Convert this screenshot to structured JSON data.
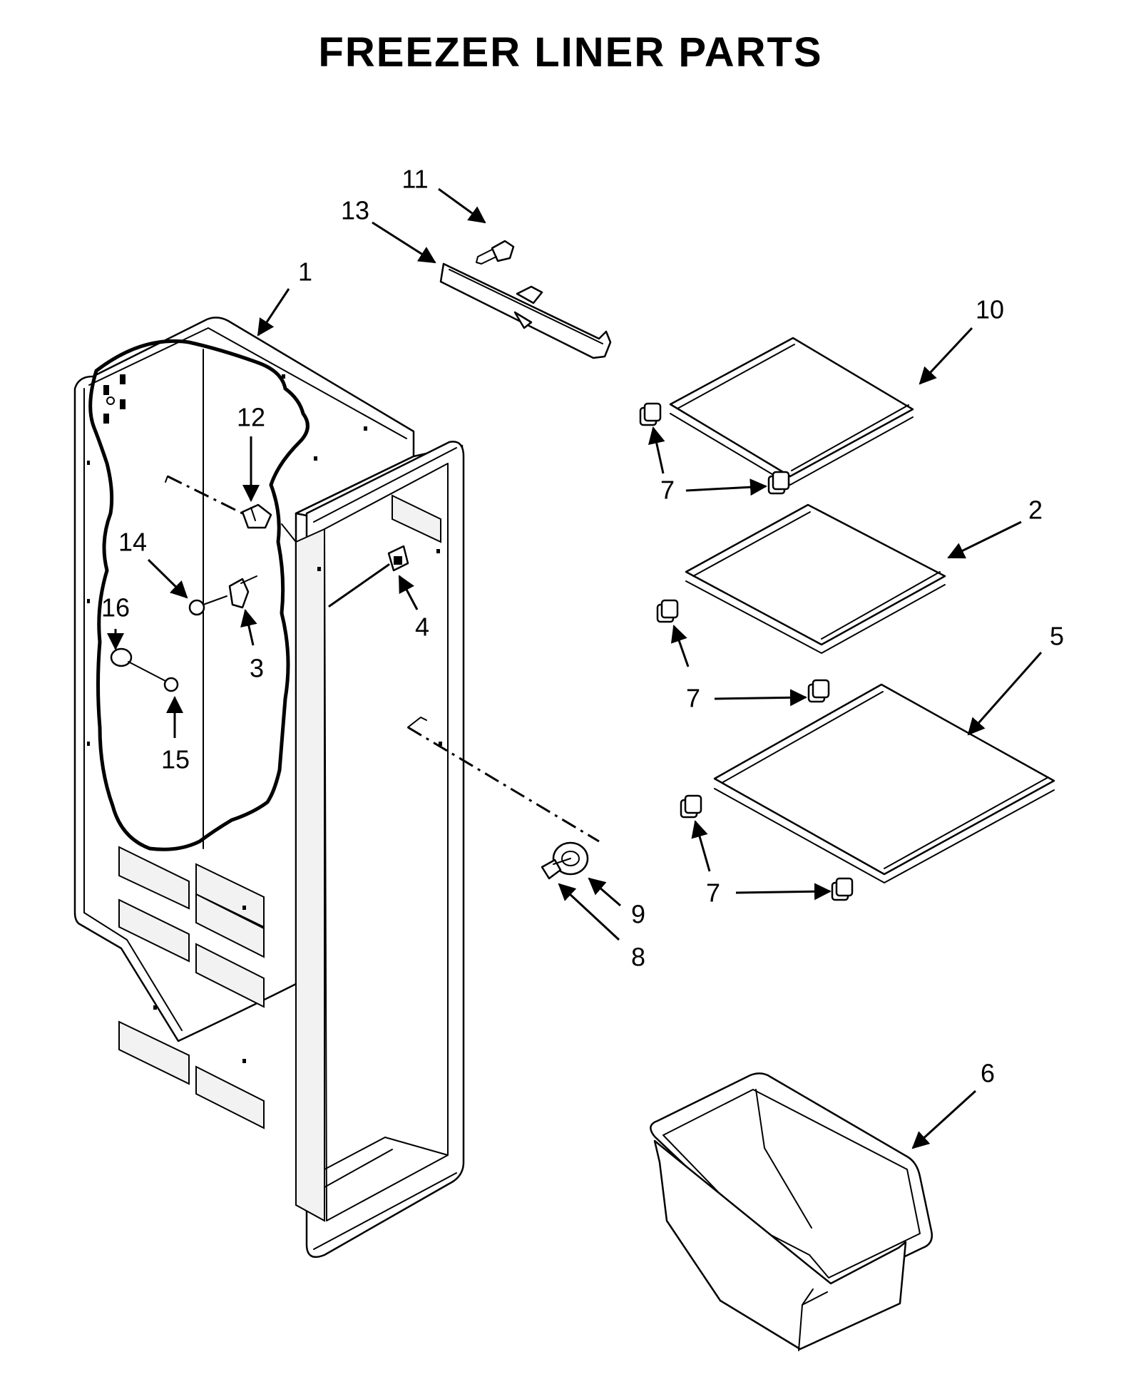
{
  "title": "FREEZER LINER PARTS",
  "callouts": [
    {
      "id": "c1",
      "label": "1"
    },
    {
      "id": "c2",
      "label": "2"
    },
    {
      "id": "c3",
      "label": "3"
    },
    {
      "id": "c4",
      "label": "4"
    },
    {
      "id": "c5",
      "label": "5"
    },
    {
      "id": "c6",
      "label": "6"
    },
    {
      "id": "c7a",
      "label": "7"
    },
    {
      "id": "c7b",
      "label": "7"
    },
    {
      "id": "c7c",
      "label": "7"
    },
    {
      "id": "c8",
      "label": "8"
    },
    {
      "id": "c9",
      "label": "9"
    },
    {
      "id": "c10",
      "label": "10"
    },
    {
      "id": "c11",
      "label": "11"
    },
    {
      "id": "c12",
      "label": "12"
    },
    {
      "id": "c13",
      "label": "13"
    },
    {
      "id": "c14",
      "label": "14"
    },
    {
      "id": "c15",
      "label": "15"
    },
    {
      "id": "c16",
      "label": "16"
    }
  ]
}
